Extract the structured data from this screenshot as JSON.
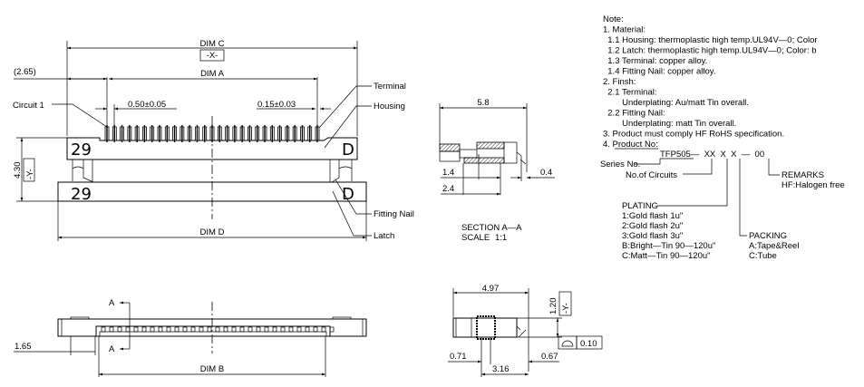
{
  "top_view": {
    "dim_c": "DIM C",
    "datum_x": "-X-",
    "dim_a": "DIM A",
    "offset": "(2.65)",
    "pitch": "0.50±0.05",
    "pin_width": "0.15±0.03",
    "circuit1": "Circuit 1",
    "terminal": "Terminal",
    "housing": "Housing",
    "fitting_nail": "Fitting Nail",
    "latch": "Latch",
    "height": "4.30",
    "datum_y": "-Y-",
    "dim_d": "DIM D",
    "mark_num": "29",
    "mark_letter": "D",
    "pin_count": 29
  },
  "section": {
    "width": "5.8",
    "d1": "1.4",
    "d2": "2.4",
    "d3": "0.4",
    "title": "SECTION A—A",
    "scale_label": "SCALE",
    "scale_value": "1:1"
  },
  "bottom_view": {
    "section_mark": "A",
    "offset": "1.65",
    "dim_b": "DIM B"
  },
  "side_view": {
    "width": "4.97",
    "height": "1.20",
    "datum_y": "-Y-",
    "flatness": "0.10",
    "left": "0.71",
    "right": "0.67",
    "span": "3.16"
  },
  "notes": {
    "lines": [
      "Note:",
      "1. Material:",
      "  1.1 Housing: thermoplastic high temp.UL94V—0; Color",
      "  1.2 Latch: thermoplastic high temp.UL94V—0; Color: b",
      "  1.3 Terminal: copper alloy.",
      "  1.4 Fitting Nail: copper alloy.",
      "2. Finsh:",
      "  2.1 Terminal:",
      "        Underplating: Au/matt Tin overall.",
      "  2.2 Fitting Nail:",
      "        Underplating: matt Tin overall.",
      "3. Product must comply HF RoHS specification.",
      "4. Product No:"
    ],
    "part_number": "TFP505—  XX  X  X  —  00",
    "series_no": "Series No.",
    "circuits": "No.of Circuits",
    "remarks": "REMARKS",
    "remarks_hf": "HF:Halogen free",
    "plating": "PLATING",
    "plating_options": [
      "1:Gold flash 1u\"",
      "2:Gold flash 2u\"",
      "3:Gold flash 3u\"",
      "B:Bright—Tin 90—120u\"",
      "C:Matt—Tin 90—120u\""
    ],
    "packing": "PACKING",
    "packing_options": [
      "A:Tape&Reel",
      "C:Tube"
    ]
  }
}
